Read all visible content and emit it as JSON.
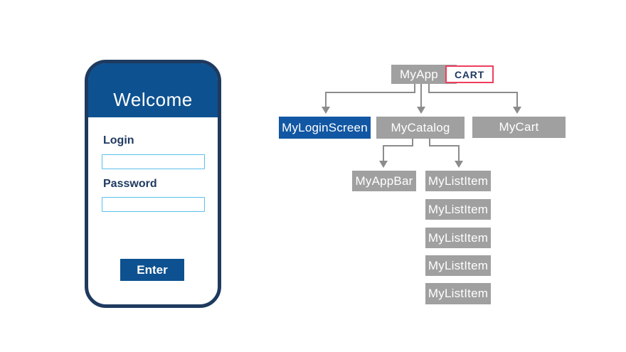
{
  "phone": {
    "header_title": "Welcome",
    "login_label": "Login",
    "login_value": "",
    "password_label": "Password",
    "password_value": "",
    "enter_button": "Enter"
  },
  "tree": {
    "root": {
      "label": "MyApp"
    },
    "cart_badge": "CART",
    "level2": [
      {
        "label": "MyLoginScreen",
        "highlighted": true
      },
      {
        "label": "MyCatalog",
        "highlighted": false
      },
      {
        "label": "MyCart",
        "highlighted": false
      }
    ],
    "level3": [
      {
        "label": "MyAppBar"
      }
    ],
    "list_items": [
      "MyListItem",
      "MyListItem",
      "MyListItem",
      "MyListItem",
      "MyListItem"
    ]
  },
  "colors": {
    "phone_blue": "#0d5190",
    "phone_outline_navy": "#1e3a5f",
    "highlight_blue": "#1157a3",
    "node_gray": "#a0a0a0",
    "connector_gray": "#8c8c8c",
    "cart_border_red": "#ef3e5e",
    "navy_text": "#203a61",
    "input_border_blue": "#5ac0ee"
  }
}
